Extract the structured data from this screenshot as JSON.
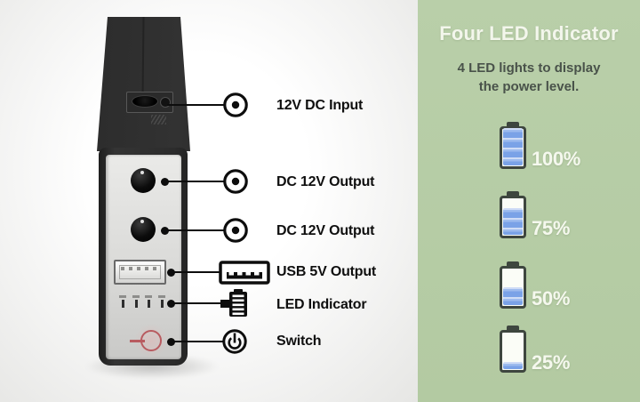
{
  "callouts": [
    {
      "label": "12V DC Input",
      "icon": "dc-barrel-icon"
    },
    {
      "label": "DC 12V Output",
      "icon": "dc-barrel-icon"
    },
    {
      "label": "DC 12V Output",
      "icon": "dc-barrel-icon"
    },
    {
      "label": "USB 5V Output",
      "icon": "usb-port-icon"
    },
    {
      "label": "LED Indicator",
      "icon": "battery-level-icon"
    },
    {
      "label": "Switch",
      "icon": "power-icon"
    }
  ],
  "panel": {
    "title": "Four LED Indicator",
    "subtitle_line1": "4 LED lights to display",
    "subtitle_line2": "the power level.",
    "levels": [
      {
        "percent": "100%",
        "fill_percent": 100
      },
      {
        "percent": "75%",
        "fill_percent": 72
      },
      {
        "percent": "50%",
        "fill_percent": 48
      },
      {
        "percent": "25%",
        "fill_percent": 20
      }
    ]
  },
  "device": {
    "led_count": 4
  },
  "colors": {
    "panel_green": "#b5cca5",
    "title_text": "#f3f6ec",
    "subtitle_text": "#49524a",
    "label_text": "#0f0f0f",
    "battery_outline": "#3e463f",
    "battery_fill_blue": "#7aa2e7",
    "switch_button_pink": "#b85b60"
  }
}
